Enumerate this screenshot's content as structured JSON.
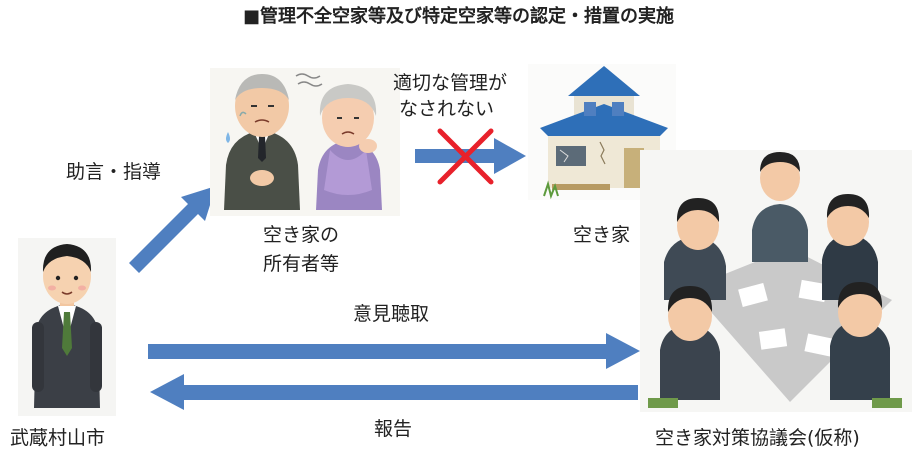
{
  "title": "■管理不全空家等及び特定空家等の認定・措置の実施",
  "nodes": {
    "city": "武蔵村山市",
    "owner_line1": "空き家の",
    "owner_line2": "所有者等",
    "house": "空き家",
    "council": "空き家対策協議会(仮称)"
  },
  "edges": {
    "advice": "助言・指導",
    "neglect_line1": "適切な管理が",
    "neglect_line2": "なされない",
    "hearing": "意見聴取",
    "report": "報告"
  },
  "colors": {
    "arrow": "#4f7fc0",
    "cross": "#e8212b",
    "suit": "#3b3f46",
    "roof": "#2e6fb8"
  }
}
